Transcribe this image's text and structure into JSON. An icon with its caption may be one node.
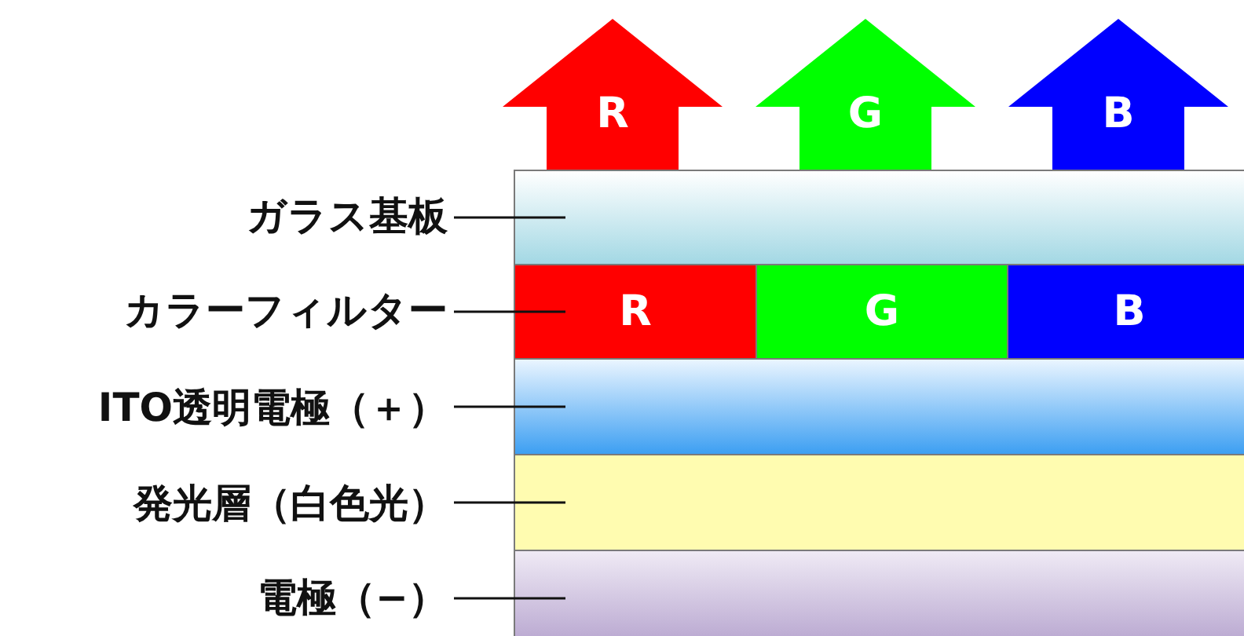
{
  "diagram": {
    "nodes": [
      {
        "text": [
          "R"
        ]
      },
      {
        "text": [
          "G"
        ]
      },
      {
        "text": [
          "B"
        ]
      },
      {
        "text": [],
        "shape": "bar"
      },
      {
        "text": [
          "R"
        ]
      },
      {
        "text": [
          "G"
        ]
      },
      {
        "text": [
          "B"
        ]
      },
      {
        "text": [],
        "shape": "bar"
      },
      {
        "text": [],
        "shape": "bar"
      },
      {
        "text": [],
        "shape": "bar"
      },
      {
        "text": [
          "ガラス基板"
        ]
      },
      {
        "text": [
          "カラーフィルター"
        ]
      },
      {
        "text": [
          "ITO透明電極（＋）"
        ]
      },
      {
        "text": [
          "発光層（白色光）"
        ]
      },
      {
        "text": [
          "電極（−）"
        ]
      }
    ],
    "edges": [
      {
        "from": 10,
        "to": 3,
        "arrow": "none"
      },
      {
        "from": 11,
        "to": 4,
        "arrow": "none"
      },
      {
        "from": 12,
        "to": 7,
        "arrow": "none"
      },
      {
        "from": 13,
        "to": 8,
        "arrow": "none"
      },
      {
        "from": 14,
        "to": 9,
        "arrow": "none"
      }
    ]
  }
}
